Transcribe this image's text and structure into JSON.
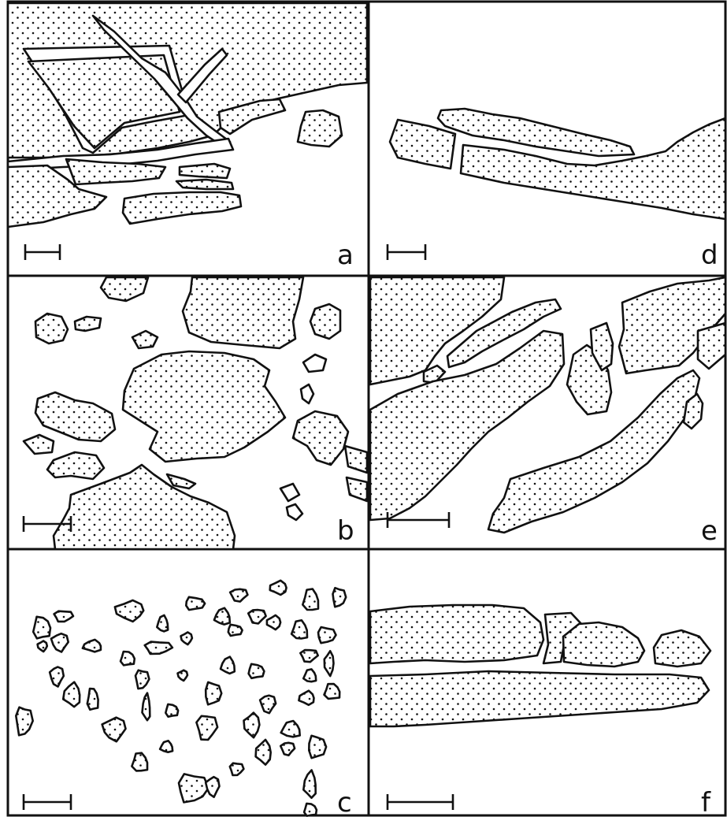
{
  "panels": [
    {
      "id": "a",
      "label": "a"
    },
    {
      "id": "b",
      "label": "b"
    },
    {
      "id": "c",
      "label": "c"
    },
    {
      "id": "d",
      "label": "d"
    },
    {
      "id": "e",
      "label": "e"
    },
    {
      "id": "f",
      "label": "f"
    }
  ],
  "colors": {
    "ink": "#111111",
    "paper": "#ffffff"
  }
}
